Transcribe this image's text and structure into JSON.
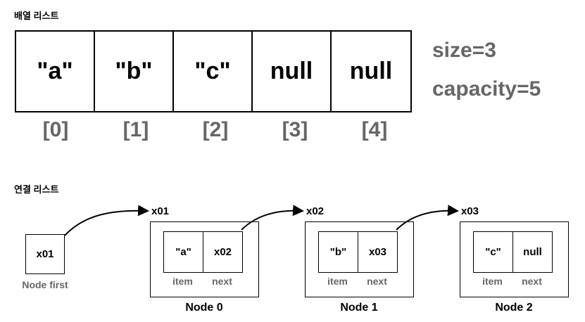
{
  "array_section": {
    "title": "배열 리스트",
    "cells": [
      "\"a\"",
      "\"b\"",
      "\"c\"",
      "null",
      "null"
    ],
    "indices": [
      "[0]",
      "[1]",
      "[2]",
      "[3]",
      "[4]"
    ],
    "size": "size=3",
    "capacity": "capacity=5"
  },
  "linked_section": {
    "title": "연결 리스트",
    "first": {
      "value": "x01",
      "label": "Node first"
    },
    "nodes": [
      {
        "address": "x01",
        "item": "\"a\"",
        "next": "x02",
        "item_label": "item",
        "next_label": "next",
        "name": "Node 0"
      },
      {
        "address": "x02",
        "item": "\"b\"",
        "next": "x03",
        "item_label": "item",
        "next_label": "next",
        "name": "Node 1"
      },
      {
        "address": "x03",
        "item": "\"c\"",
        "next": "null",
        "item_label": "item",
        "next_label": "next",
        "name": "Node 2"
      }
    ]
  }
}
